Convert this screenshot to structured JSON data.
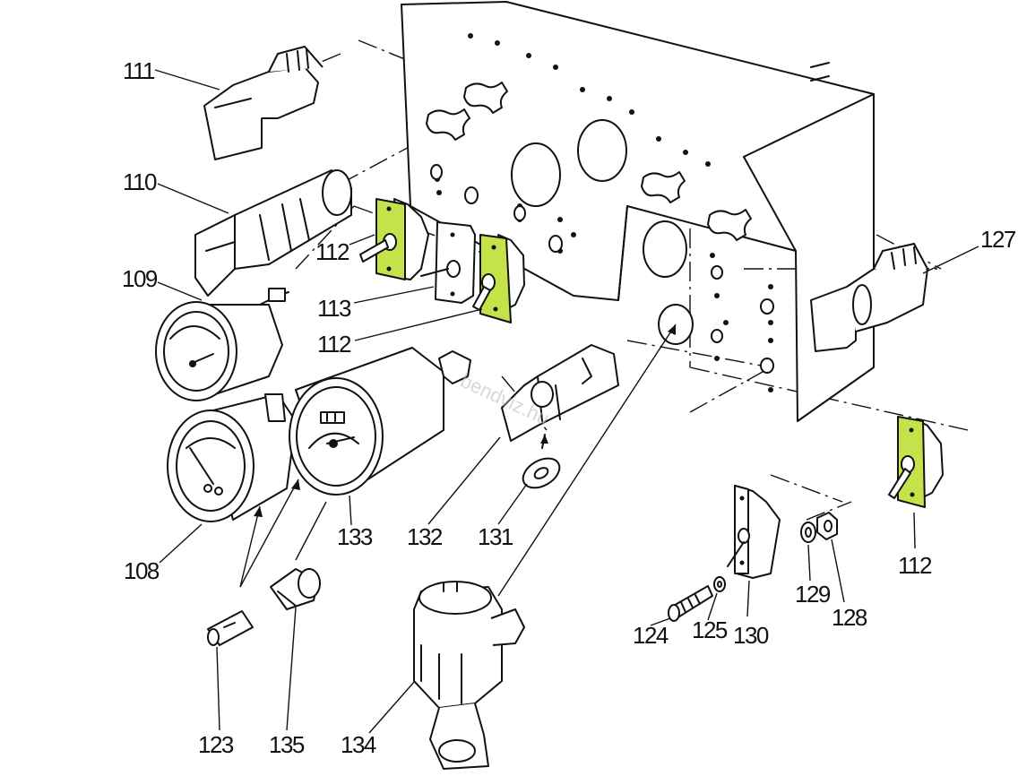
{
  "diagram": {
    "part_labels": {
      "p108": "108",
      "p109": "109",
      "p110": "110",
      "p111": "111",
      "p112a": "112",
      "p112b": "112",
      "p112c": "112",
      "p113": "113",
      "p123": "123",
      "p124": "124",
      "p125": "125",
      "p127": "127",
      "p128": "128",
      "p129": "129",
      "p130": "130",
      "p131": "131",
      "p132": "132",
      "p133": "133",
      "p134": "134",
      "p135": "135"
    },
    "watermark": "bendviz.hu",
    "colors": {
      "highlight": "#c4e34a",
      "line": "#111111",
      "background": "#ffffff"
    }
  }
}
